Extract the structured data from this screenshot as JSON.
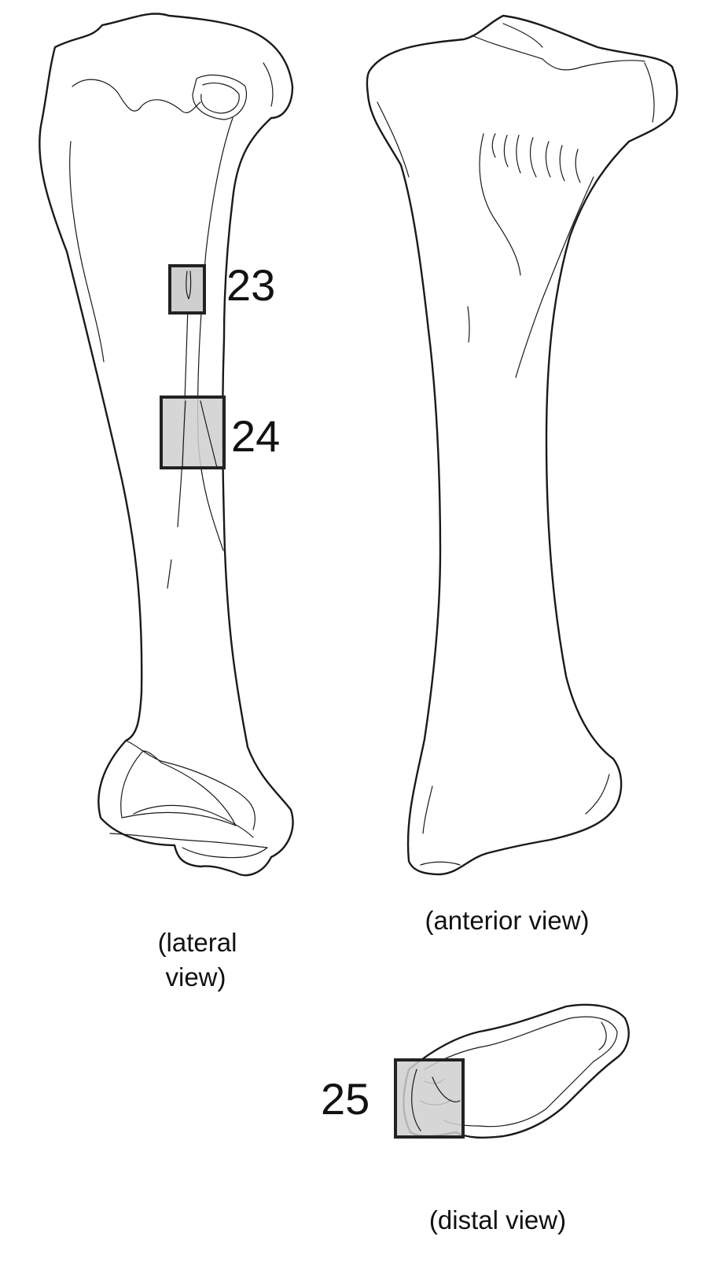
{
  "labels": {
    "box_23": "23",
    "box_24": "24",
    "box_25": "25"
  },
  "captions": {
    "lateral_line1": "(lateral",
    "lateral_line2": "view)",
    "anterior": "(anterior view)",
    "distal": "(distal view)"
  },
  "colors": {
    "box_fill": "#cfcfcf",
    "line": "#1a1a1a"
  }
}
